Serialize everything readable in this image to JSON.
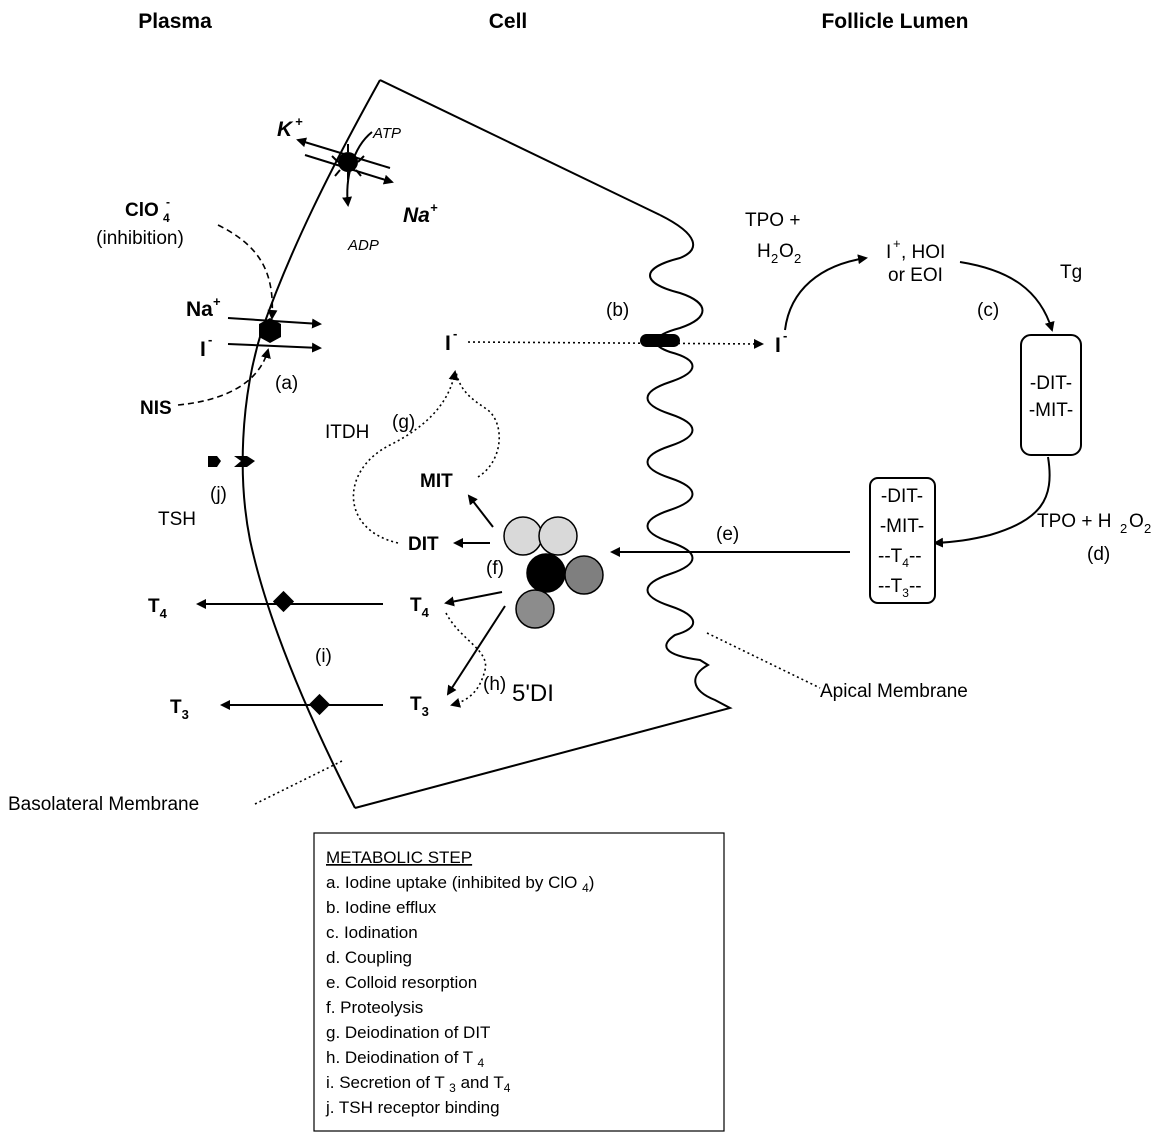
{
  "headers": {
    "plasma": "Plasma",
    "cell": "Cell",
    "lumen": "Follicle Lumen"
  },
  "ions": {
    "k": "K",
    "k_sup": "+",
    "atp": "ATP",
    "adp": "ADP",
    "na_pump": "Na",
    "na_pump_sup": "+",
    "clo4": "ClO",
    "clo4_sub": "4",
    "clo4_sup": "-",
    "inhibition": "(inhibition)",
    "na_nis": "Na",
    "na_nis_sup": "+",
    "i_plasma": "I",
    "i_plasma_sup": "-",
    "nis": "NIS",
    "i_cell": "I",
    "i_cell_sup": "-",
    "i_lumen": "I",
    "i_lumen_sup": "-"
  },
  "steps": {
    "a": "(a)",
    "b": "(b)",
    "c": "(c)",
    "d": "(d)",
    "e": "(e)",
    "f": "(f)",
    "g": "(g)",
    "h": "(h)",
    "i": "(i)",
    "j": "(j)"
  },
  "labels": {
    "tsh": "TSH",
    "itdh": "ITDH",
    "mit": "MIT",
    "dit": "DIT",
    "t4_cell": "T",
    "t4_cell_sub": "4",
    "t3_cell": "T",
    "t3_cell_sub": "3",
    "t4_plasma": "T",
    "t4_plasma_sub": "4",
    "t3_plasma": "T",
    "t3_plasma_sub": "3",
    "di5": "5'DI",
    "tpo_h2o2_a1": "TPO +",
    "tpo_h2o2_a2": "H",
    "tpo_h2o2_a2_sub1": "2",
    "tpo_h2o2_a2_o": "O",
    "tpo_h2o2_a2_sub2": "2",
    "iplus_line1": "I",
    "iplus_sup": "+",
    "iplus_rest": ", HOI",
    "iplus_line2": "or EOI",
    "tg": "Tg",
    "tpo_h2o2_b": "TPO + H",
    "tpo_h2o2_b_sub1": "2",
    "tpo_h2o2_b_o": "O",
    "tpo_h2o2_b_sub2": "2",
    "apical": "Apical Membrane",
    "basolateral": "Basolateral Membrane"
  },
  "boxes": {
    "upper": [
      "-DIT-",
      "-MIT-"
    ],
    "lower": [
      {
        "text": "-DIT-"
      },
      {
        "text": "-MIT-"
      },
      {
        "text": "--T",
        "sub": "4",
        "tail": "--"
      },
      {
        "text": "--T",
        "sub": "3",
        "tail": "--"
      }
    ]
  },
  "legend": {
    "title": "METABOLIC STEP",
    "items": [
      {
        "text": "a. Iodine uptake (inhibited by ClO ",
        "sub": "4",
        "tail": ")"
      },
      {
        "text": "b.  Iodine efflux"
      },
      {
        "text": "c.  Iodination"
      },
      {
        "text": "d.  Coupling"
      },
      {
        "text": "e. Colloid resorption"
      },
      {
        "text": "f.  Proteolysis"
      },
      {
        "text": "g. Deiodination of DIT"
      },
      {
        "text": "h. Deiodination  of T ",
        "sub": "4"
      },
      {
        "text": "i.  Secretion of T ",
        "sub": "3",
        "tail": " and T",
        "sub2": "4"
      },
      {
        "text": "j.  TSH receptor binding"
      }
    ]
  },
  "colors": {
    "globule_light": "#d9d9d9",
    "globule_mid": "#a6a6a6",
    "globule_dark": "#7f7f7f",
    "globule_black": "#000000"
  }
}
